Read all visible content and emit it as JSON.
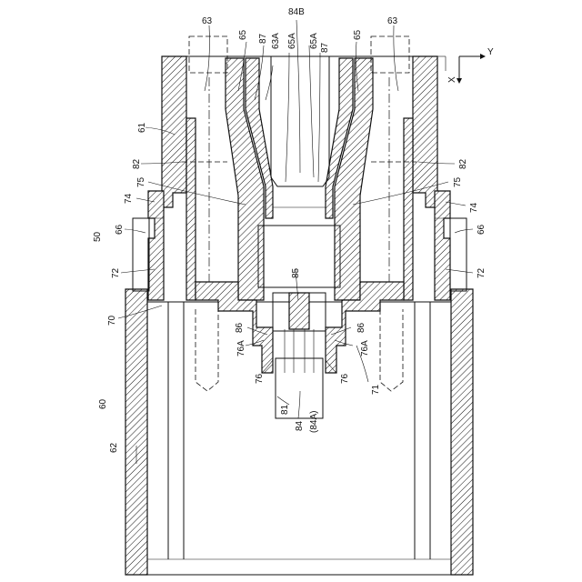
{
  "drawing": {
    "labels": {
      "axis_y": "Y",
      "axis_x": "X",
      "n50": "50",
      "n60": "60",
      "n61": "61",
      "n62": "62",
      "n63_left": "63",
      "n63_right": "63",
      "n63a": "63A",
      "n65_left": "65",
      "n65_right": "65",
      "n65a_left": "65A",
      "n65a_right": "65A",
      "n66_left": "66",
      "n66_right": "66",
      "n70": "70",
      "n71": "71",
      "n72_left": "72",
      "n72_right": "72",
      "n74_left": "74",
      "n74_right": "74",
      "n75_left": "75",
      "n75_right": "75",
      "n76_left": "76",
      "n76_right": "76",
      "n76a_left": "76A",
      "n76a_right": "76A",
      "n81": "81",
      "n82_left": "82",
      "n82_right": "82",
      "n84": "84",
      "n84a": "(84A)",
      "n84b": "84B",
      "n85": "85",
      "n86_left": "86",
      "n86_right": "86",
      "n87_left": "87",
      "n87_right": "87"
    }
  }
}
